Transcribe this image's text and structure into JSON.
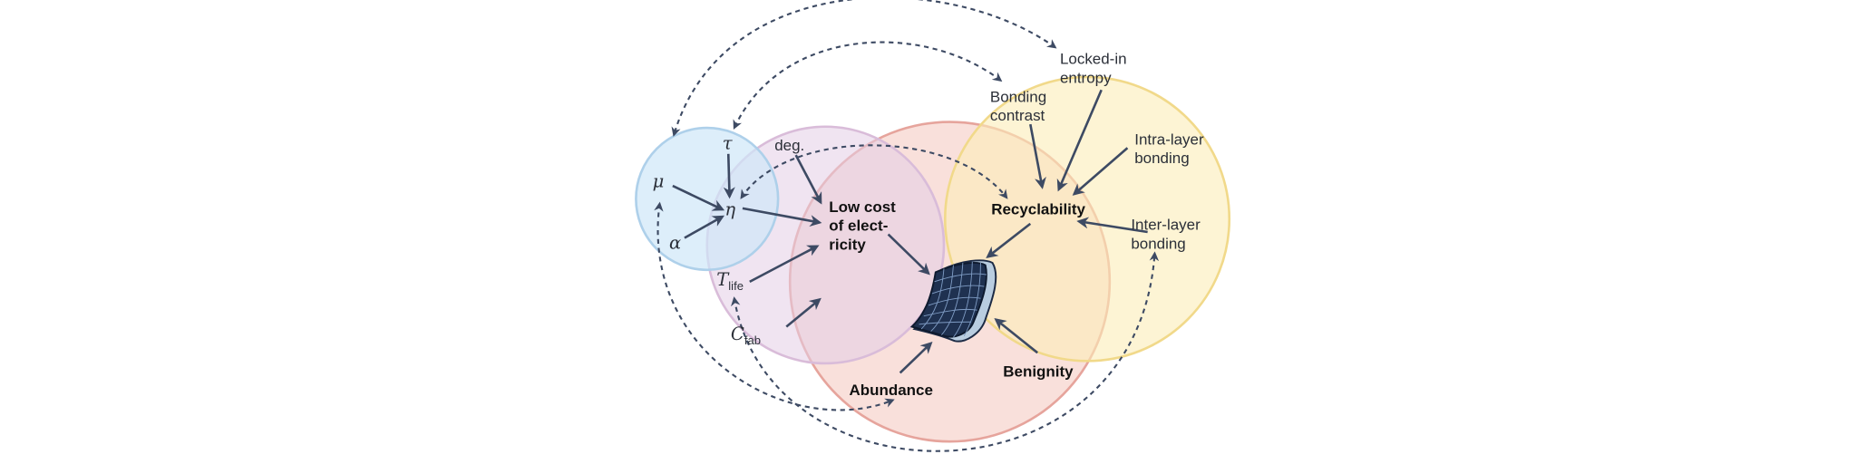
{
  "colors": {
    "blue_circle": "#d8ecfa",
    "purple_circle": "#e8d6ea",
    "pink_circle": "#f5cbc3",
    "yellow_circle": "#fcedb8",
    "arrow": "#3d4a63"
  },
  "symbols": {
    "tau": "τ",
    "mu": "μ",
    "eta": "η",
    "alpha": "α",
    "t_life_main": "T",
    "t_life_sub": "life",
    "c_fab_main": "C",
    "c_fab_sub": "fab",
    "deg": "deg."
  },
  "nodes": {
    "low_cost": [
      "Low cost",
      "of elect-",
      "ricity"
    ],
    "recyclability": "Recyclability",
    "benignity": "Benignity",
    "abundance": "Abundance",
    "bonding_contrast": [
      "Bonding",
      "contrast"
    ],
    "locked_in_entropy": [
      "Locked-in",
      "entropy"
    ],
    "intra_layer": [
      "Intra-layer",
      "bonding"
    ],
    "inter_layer": [
      "Inter-layer",
      "bonding"
    ]
  }
}
